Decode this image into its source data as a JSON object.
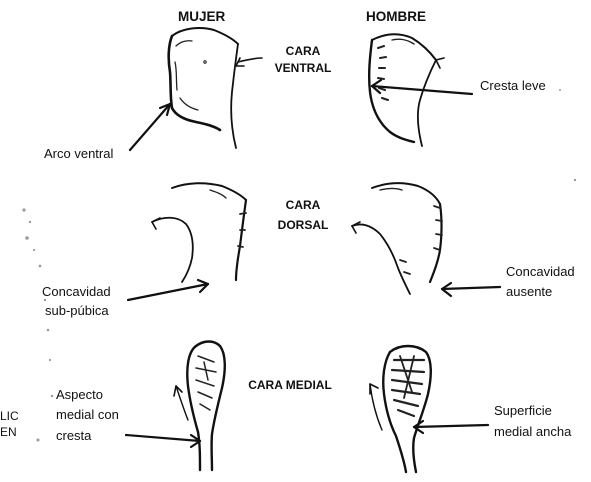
{
  "headers": {
    "female": "MUJER",
    "male": "HOMBRE"
  },
  "views": {
    "ventral": {
      "line1": "CARA",
      "line2": "VENTRAL"
    },
    "dorsal": {
      "line1": "CARA",
      "line2": "DORSAL"
    },
    "medial": {
      "line1": "CARA MEDIAL"
    }
  },
  "annotations": {
    "ventral_arc": "Arco ventral",
    "slight_crest": "Cresta leve",
    "subpubic_concavity_line1": "Concavidad",
    "subpubic_concavity_line2": "sub-púbica",
    "absent_concavity_line1": "Concavidad",
    "absent_concavity_line2": "ausente",
    "medial_aspect_line1": "Aspecto",
    "medial_aspect_line2": "medial con",
    "medial_aspect_line3": "cresta",
    "wide_medial_line1": "Superficie",
    "wide_medial_line2": "medial ancha"
  },
  "margin_fragment": {
    "line1": "LIC",
    "line2": "EN"
  },
  "colors": {
    "ink": "#111111",
    "background": "#ffffff",
    "scan_noise": "#9a9a9a"
  }
}
